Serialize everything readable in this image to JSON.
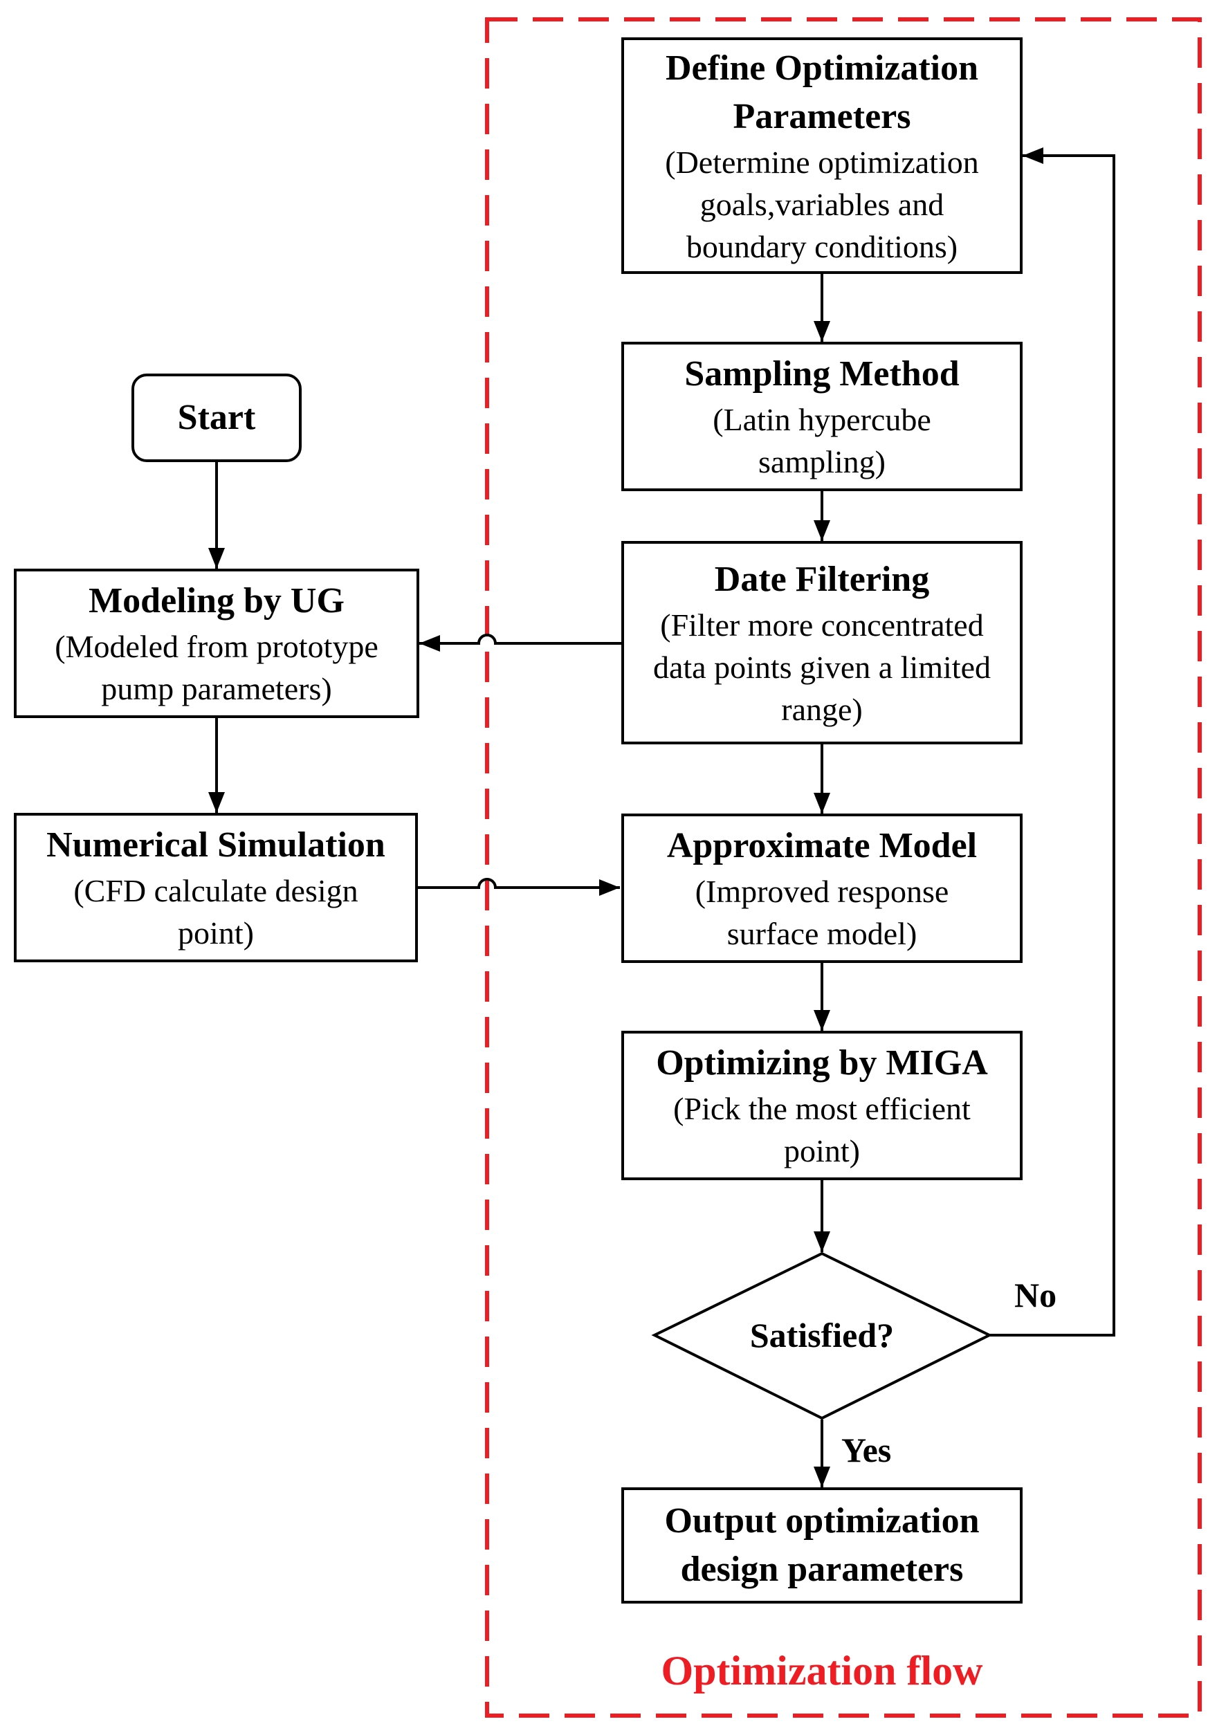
{
  "diagram": {
    "region": {
      "label": "Optimization flow",
      "color": "#ee1c23"
    },
    "nodes": {
      "start": {
        "title": "Start"
      },
      "modeling": {
        "title": "Modeling by UG",
        "desc": "(Modeled from prototype\npump parameters)"
      },
      "simulation": {
        "title": "Numerical Simulation",
        "desc": "(CFD calculate design\npoint)"
      },
      "define": {
        "title": "Define Optimization\nParameters",
        "desc": "(Determine optimization\ngoals,variables and\nboundary conditions)"
      },
      "sampling": {
        "title": "Sampling Method",
        "desc": "(Latin hypercube\nsampling)"
      },
      "filtering": {
        "title": "Date Filtering",
        "desc": "(Filter more concentrated\ndata points given a limited\nrange)"
      },
      "approx": {
        "title": "Approximate Model",
        "desc": "(Improved response\nsurface model)"
      },
      "miga": {
        "title": "Optimizing by MIGA",
        "desc": "(Pick the most efficient\npoint)"
      },
      "decision": {
        "label": "Satisfied?"
      },
      "output": {
        "title": "Output optimization\ndesign parameters"
      }
    },
    "edges": {
      "no_label": "No",
      "yes_label": "Yes"
    }
  }
}
